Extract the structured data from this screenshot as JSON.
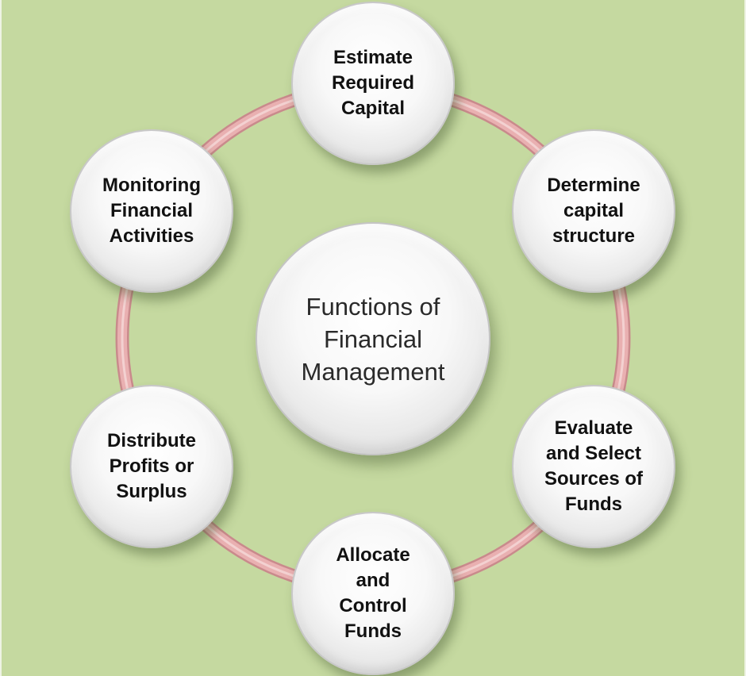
{
  "diagram": {
    "center": "Functions of\nFinancial\nManagement",
    "nodes": [
      "Estimate\nRequired\nCapital",
      "Determine\ncapital\nstructure",
      "Evaluate\nand Select\nSources of\nFunds",
      "Allocate\nand\nControl\nFunds",
      "Distribute\nProfits or\nSurplus",
      "Monitoring\nFinancial\nActivities"
    ]
  },
  "colors": {
    "background": "#c5d9a0",
    "ring": "#e6a9aa",
    "ring_outline": "#c98a8c",
    "node_fill": "#f5f5f5",
    "text": "#111111"
  }
}
